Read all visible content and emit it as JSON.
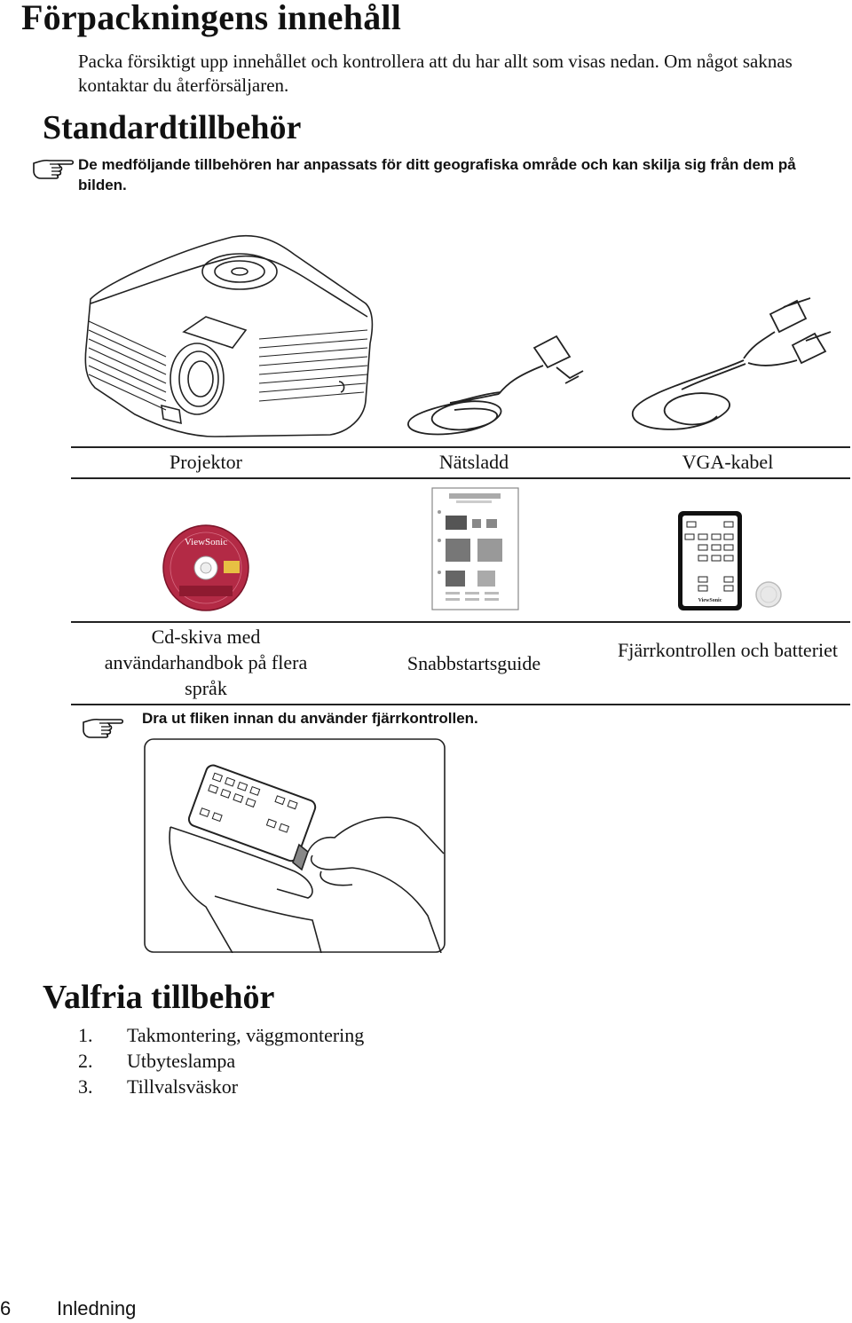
{
  "page": {
    "title": "Förpackningens innehåll",
    "intro": "Packa försiktigt upp innehållet och kontrollera att du har allt som visas nedan. Om något saknas kontaktar du återförsäljaren."
  },
  "standard": {
    "heading": "Standardtillbehör",
    "note": "De medföljande tillbehören har anpassats för ditt geografiska område och kan skilja sig från dem på bilden.",
    "row1": {
      "projector": "Projektor",
      "power_cord": "Nätsladd",
      "vga_cable": "VGA-kabel"
    },
    "row2": {
      "cd": "Cd-skiva med användarhandbok på flera språk",
      "guide": "Snabbstartsguide",
      "remote": "Fjärrkontrollen och batteriet"
    },
    "tab_note": "Dra ut fliken innan du använder fjärrkontrollen.",
    "logo": "ViewSonic"
  },
  "optional": {
    "heading": "Valfria tillbehör",
    "items": [
      {
        "num": "1.",
        "label": "Takmontering, väggmontering"
      },
      {
        "num": "2.",
        "label": "Utbyteslampa"
      },
      {
        "num": "3.",
        "label": "Tillvalsväskor"
      }
    ]
  },
  "footer": {
    "page_number": "6",
    "section": "Inledning"
  },
  "icons": [
    "hand-pointer-icon"
  ]
}
